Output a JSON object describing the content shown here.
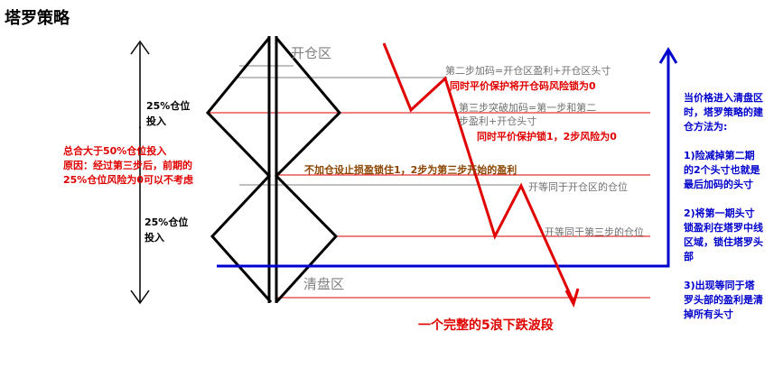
{
  "title": "塔罗策略",
  "zones": {
    "open": "开仓区",
    "clear": "清盘区"
  },
  "left": {
    "top_label": [
      "25%仓位",
      "投入"
    ],
    "bottom_label": [
      "25%仓位",
      "投入"
    ],
    "note": [
      "总合大于50%仓位投入",
      "原因：经过第三步后，前期的",
      "25%仓位风险为0可以不考虑"
    ]
  },
  "notes": {
    "step2": "第二步加码=开仓区盈利+开仓区头寸",
    "step2_protect": "同时平价保护将开仓码风险锁为0",
    "step3_a": "第三步突破加码=第一步和第二",
    "step3_b": "步盈利+开仓头寸",
    "step3_protect": "同时平价保护锁1，2步风险为0",
    "no_add": "不加仓设止损盈锁住1，2步为第三步开始的盈利",
    "open_eq1": "开等同于开仓区的仓位",
    "open_eq2": "开等同于第三步的仓位",
    "wave": "一个完整的5浪下跌波段"
  },
  "right": [
    "当价格进入清盘区时，塔罗策略的建仓方法为:",
    "1)险减掉第二期的2个头寸也就是最后加码的头寸",
    "2)将第一期头寸锁盈利在塔罗中线区域，锁住塔罗头部",
    "3)出现等同于塔罗头部的盈利是清掉所有头寸"
  ],
  "colors": {
    "red": "#e00000",
    "blue": "#0000cc",
    "gray": "#808080",
    "brown": "#8b4500"
  }
}
